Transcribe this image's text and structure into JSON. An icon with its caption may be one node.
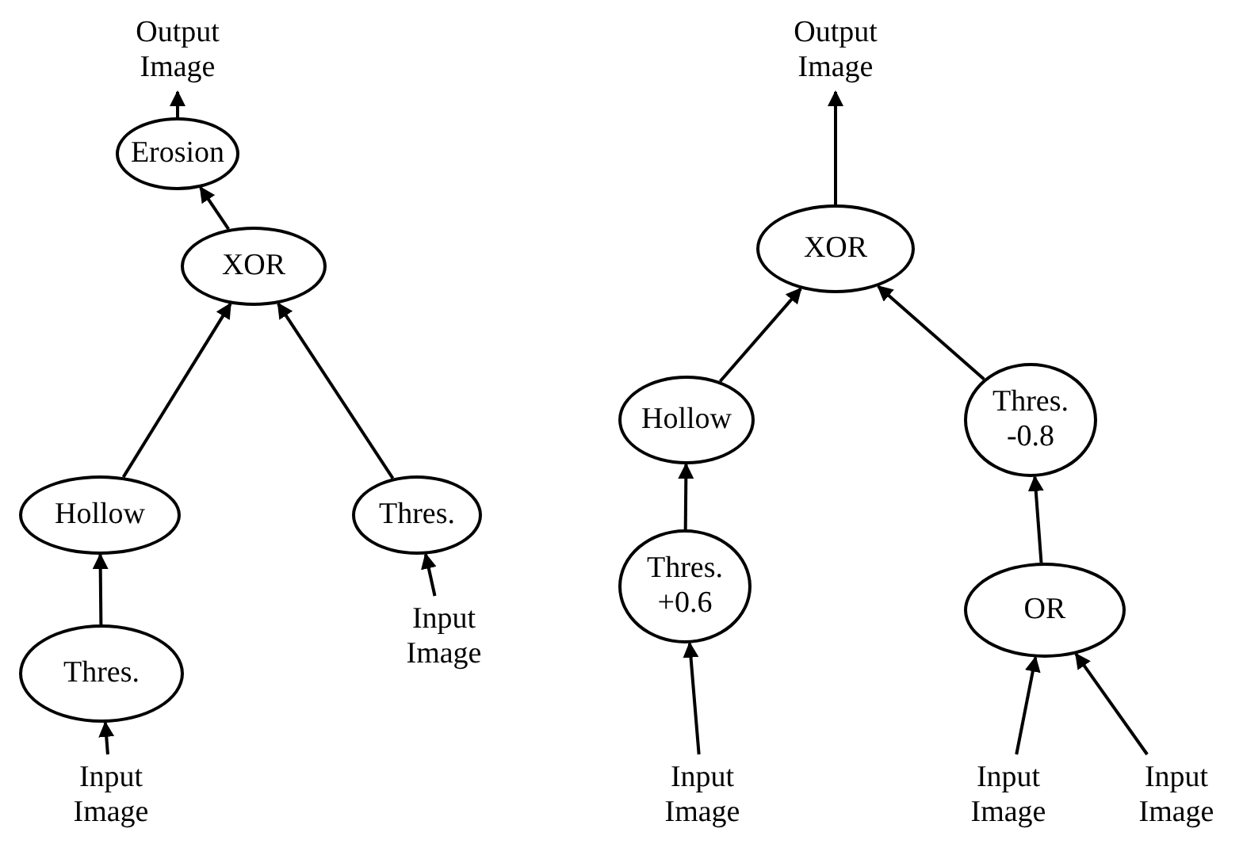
{
  "diagram": {
    "nodes": [
      {
        "text": [
          "Output Image"
        ]
      },
      {
        "text": [
          "Erosion"
        ]
      },
      {
        "text": [
          "XOR"
        ]
      },
      {
        "text": [
          "Hollow"
        ]
      },
      {
        "text": [
          "Thres."
        ]
      },
      {
        "text": [
          "Thres."
        ]
      },
      {
        "text": [
          "Input Image"
        ]
      },
      {
        "text": [
          "Input Image"
        ]
      },
      {
        "text": [
          "Output Image"
        ]
      },
      {
        "text": [
          "XOR"
        ]
      },
      {
        "text": [
          "Hollow"
        ]
      },
      {
        "text": [
          "Thres. -0.8"
        ]
      },
      {
        "text": [
          "Thres. +0.6"
        ]
      },
      {
        "text": [
          "OR"
        ]
      },
      {
        "text": [
          "Input Image"
        ]
      },
      {
        "text": [
          "Input Image"
        ]
      },
      {
        "text": [
          "Input Image"
        ]
      }
    ],
    "edges": [
      {
        "from": 1,
        "to": 0,
        "arrow": "to"
      },
      {
        "from": 2,
        "to": 1,
        "arrow": "to"
      },
      {
        "from": 3,
        "to": 2,
        "arrow": "to"
      },
      {
        "from": 4,
        "to": 2,
        "arrow": "to"
      },
      {
        "from": 5,
        "to": 3,
        "arrow": "to"
      },
      {
        "from": 6,
        "to": 4,
        "arrow": "to"
      },
      {
        "from": 7,
        "to": 5,
        "arrow": "to"
      },
      {
        "from": 9,
        "to": 8,
        "arrow": "to"
      },
      {
        "from": 10,
        "to": 9,
        "arrow": "to"
      },
      {
        "from": 11,
        "to": 9,
        "arrow": "to"
      },
      {
        "from": 12,
        "to": 10,
        "arrow": "to"
      },
      {
        "from": 13,
        "to": 11,
        "arrow": "to"
      },
      {
        "from": 14,
        "to": 12,
        "arrow": "to"
      },
      {
        "from": 15,
        "to": 13,
        "arrow": "to"
      },
      {
        "from": 16,
        "to": 13,
        "arrow": "to"
      }
    ]
  }
}
